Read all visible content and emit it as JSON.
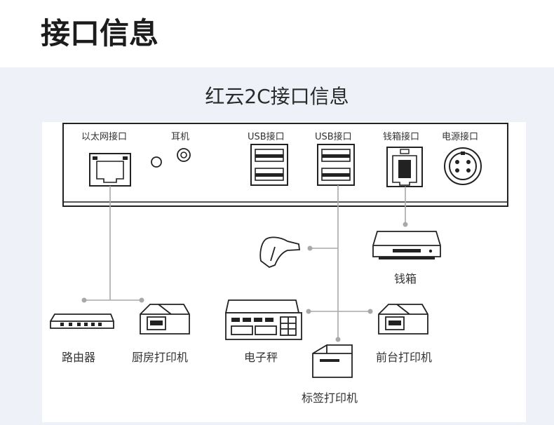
{
  "header": {
    "title": "接口信息"
  },
  "diagram": {
    "title": "红云2C接口信息",
    "ports": {
      "ethernet": "以太网接口",
      "earphone": "耳机",
      "usb1": "USB接口",
      "usb2": "USB接口",
      "cashbox": "钱箱接口",
      "power": "电源接口"
    },
    "devices": {
      "cash_drawer": "钱箱",
      "router": "路由器",
      "kitchen_printer": "厨房打印机",
      "scale": "电子秤",
      "front_printer": "前台打印机",
      "label_printer": "标签打印机"
    },
    "colors": {
      "line": "#a9a9a9",
      "device_stroke": "#222222",
      "panel": "#eef2f8"
    }
  }
}
